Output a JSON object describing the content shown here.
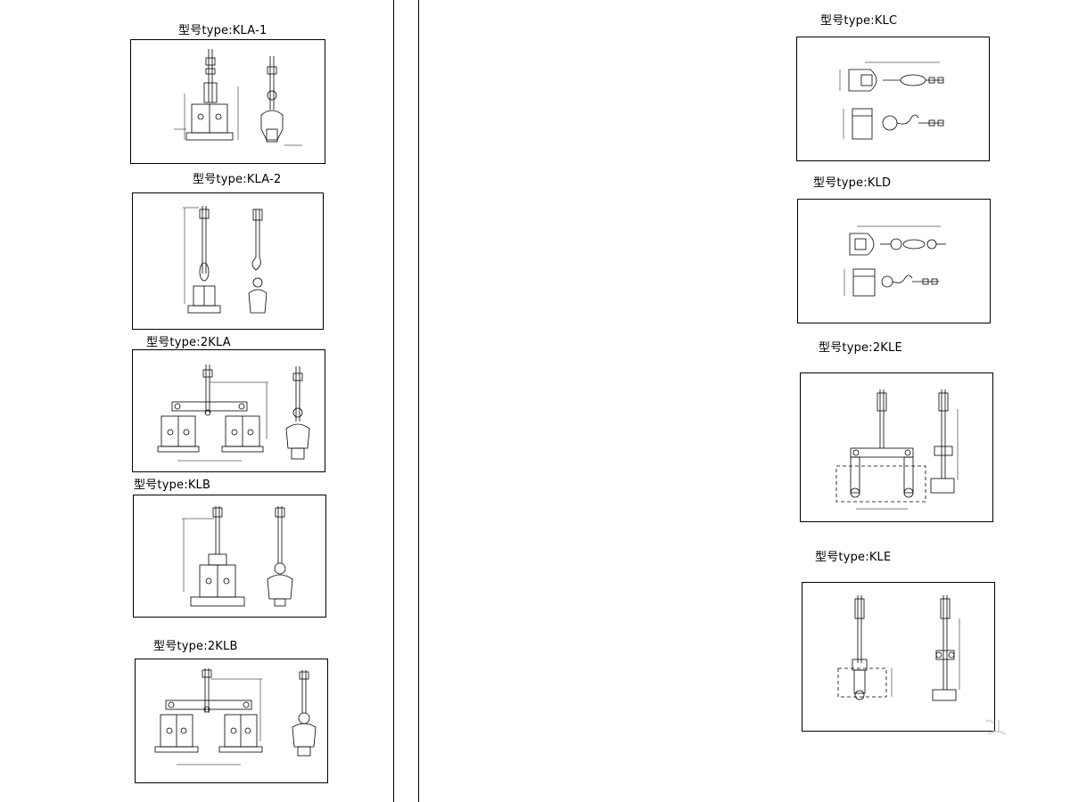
{
  "drawings": [
    {
      "id": "kla1",
      "title": "型号type:KLA-1"
    },
    {
      "id": "kla2",
      "title": "型号type:KLA-2"
    },
    {
      "id": "2kla",
      "title": "型号type:2KLA"
    },
    {
      "id": "klb",
      "title": "型号type:KLB"
    },
    {
      "id": "2klb",
      "title": "型号type:2KLB"
    },
    {
      "id": "klc",
      "title": "型号type:KLC"
    },
    {
      "id": "kld",
      "title": "型号type:KLD"
    },
    {
      "id": "2kle",
      "title": "型号type:2KLE"
    },
    {
      "id": "kle",
      "title": "型号type:KLE"
    }
  ]
}
